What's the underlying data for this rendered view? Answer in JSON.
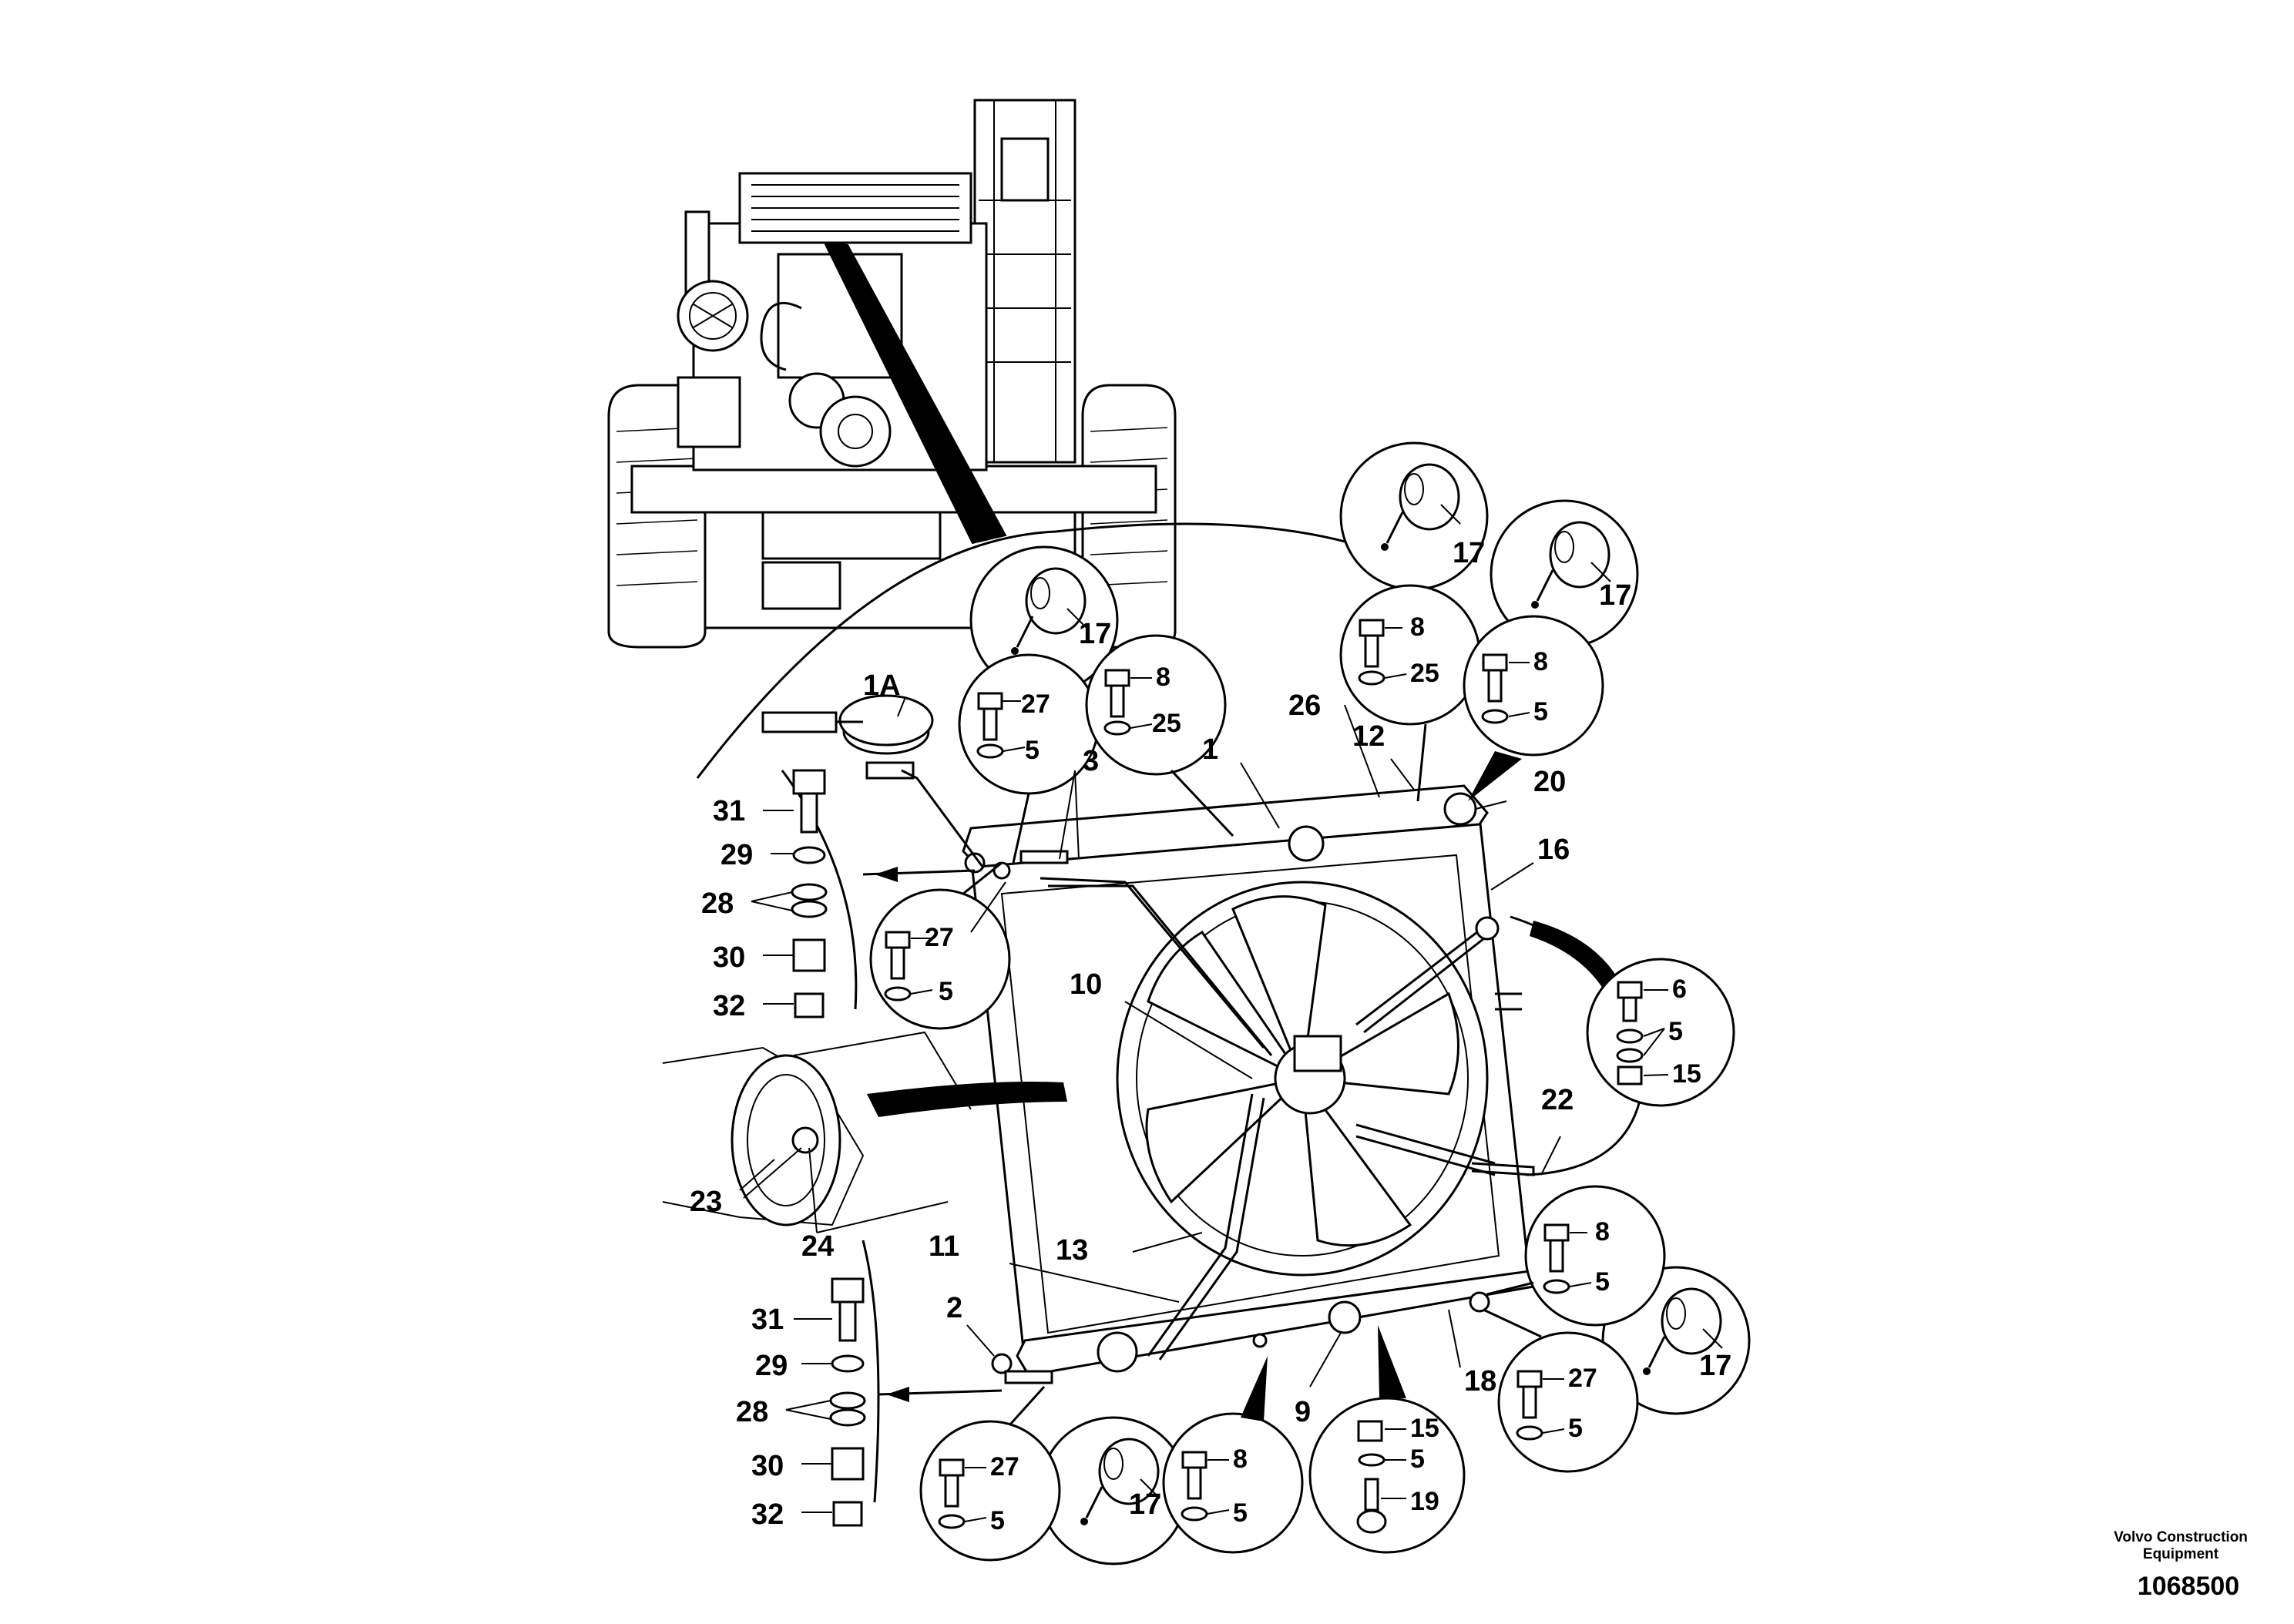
{
  "callouts": {
    "c1A": "1A",
    "c1": "1",
    "c2": "2",
    "c3": "3",
    "c9": "9",
    "c10": "10",
    "c11": "11",
    "c12": "12",
    "c13": "13",
    "c16": "16",
    "c18": "18",
    "c20": "20",
    "c22": "22",
    "c23": "23",
    "c24": "24",
    "c26": "26",
    "top_31": "31",
    "top_29": "29",
    "top_28": "28",
    "top_30": "30",
    "top_32": "32",
    "bot_31": "31",
    "bot_29": "29",
    "bot_28": "28",
    "bot_30": "30",
    "bot_32": "32",
    "d_top1_17": "17",
    "d_top2_17": "17",
    "d_top3_17": "17",
    "d_br_17": "17",
    "d_bot_17": "17",
    "d_a_27": "27",
    "d_a_5": "5",
    "d_b_8": "8",
    "d_b_25": "25",
    "d_c_8": "8",
    "d_c_25": "25",
    "d_d_8": "8",
    "d_d_5": "5",
    "d_e_27": "27",
    "d_e_5": "5",
    "d_f_6": "6",
    "d_f_5": "5",
    "d_f_15": "15",
    "d_g_8": "8",
    "d_g_5": "5",
    "d_h_27": "27",
    "d_h_5": "5",
    "d_i_27": "27",
    "d_i_5": "5",
    "d_j_8": "8",
    "d_j_5": "5",
    "d_k_15": "15",
    "d_k_5": "5",
    "d_k_19": "19"
  },
  "footer": {
    "corp_name": "Volvo Construction Equipment",
    "ref_number": "1068500"
  }
}
